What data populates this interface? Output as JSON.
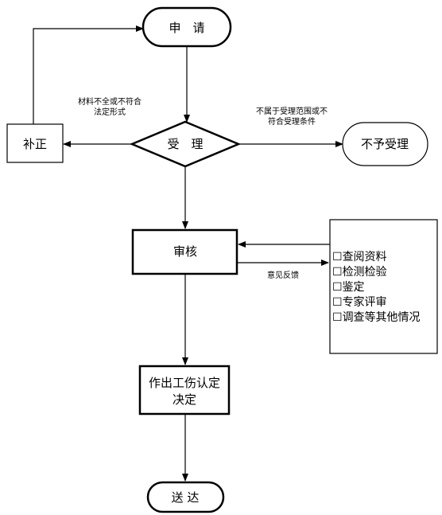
{
  "nodes": {
    "apply": "申　请",
    "accept": "受　理",
    "correct": "补正",
    "reject": "不予受理",
    "review": "审核",
    "decision_line1": "作出工伤认定",
    "decision_line2": "决定",
    "deliver": "送 达"
  },
  "edges": {
    "correct_note_line1": "材料不全或不符合",
    "correct_note_line2": "法定形式",
    "reject_note_line1": "不属于受理范围或不",
    "reject_note_line2": "符合受理条件",
    "feedback": "意见反馈"
  },
  "checklist": [
    "查阅资料",
    "检测检验",
    "鉴定",
    "专家评审",
    "调查等其他情况"
  ],
  "checkbox_glyph": "☐"
}
